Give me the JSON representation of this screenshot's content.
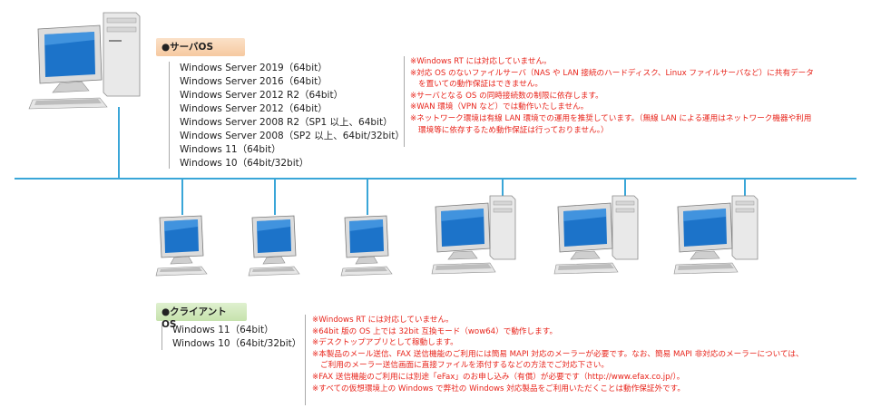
{
  "server": {
    "badge": "●サーバOS",
    "os": [
      "Windows Server 2019（64bit）",
      "Windows Server 2016（64bit）",
      "Windows Server 2012 R2（64bit）",
      "Windows Server 2012（64bit）",
      "Windows Server 2008 R2（SP1 以上、64bit）",
      "Windows Server 2008（SP2 以上、64bit/32bit）",
      "Windows 11（64bit）",
      "Windows 10（64bit/32bit）"
    ],
    "notes": [
      "※Windows RT には対応していません。",
      "※対応 OS のないファイルサーバ（NAS や LAN 接続のハードディスク、Linux ファイルサーバなど）に共有データ",
      "を置いての動作保証はできません。",
      "※サーバとなる OS の同時接続数の制限に依存します。",
      "※WAN 環境（VPN など）では動作いたしません。",
      "※ネットワーク環境は有線 LAN 環境での運用を推奨しています。（無線 LAN による運用はネットワーク機器や利用",
      "環境等に依存するため動作保証は行っておりません。）"
    ]
  },
  "client": {
    "badge": "●クライアントOS",
    "os": [
      "Windows 11（64bit）",
      "Windows 10（64bit/32bit）"
    ],
    "notes": [
      "※Windows RT には対応していません。",
      "※64bit 版の OS 上では 32bit 互換モード（wow64）で動作します。",
      "※デスクトップアプリとして稼動します。",
      "※本製品のメール送信、FAX 送信機能のご利用には簡易 MAPI 対応のメーラーが必要です。なお、簡易 MAPI 非対応のメーラーについては、",
      "ご利用のメーラー送信画面に直接ファイルを添付するなどの方法でご対応下さい。",
      "※FAX 送信機能のご利用には別途「eFax」のお申し込み（有償）が必要です（http://www.efax.co.jp/）。",
      "※すべての仮想環境上の Windows で弊社の Windows 対応製品をご利用いただくことは動作保証外です。"
    ]
  },
  "colors": {
    "network_line": "#3aa6d8",
    "note_text": "#e8231a",
    "server_badge": "#f6c9a0",
    "client_badge": "#c6e2ad",
    "screen": "#1c73c9"
  },
  "icons": {
    "server": "tower-desktop-computer-icon",
    "laptop": "desktop-monitor-icon",
    "desktop": "tower-desktop-computer-icon"
  }
}
